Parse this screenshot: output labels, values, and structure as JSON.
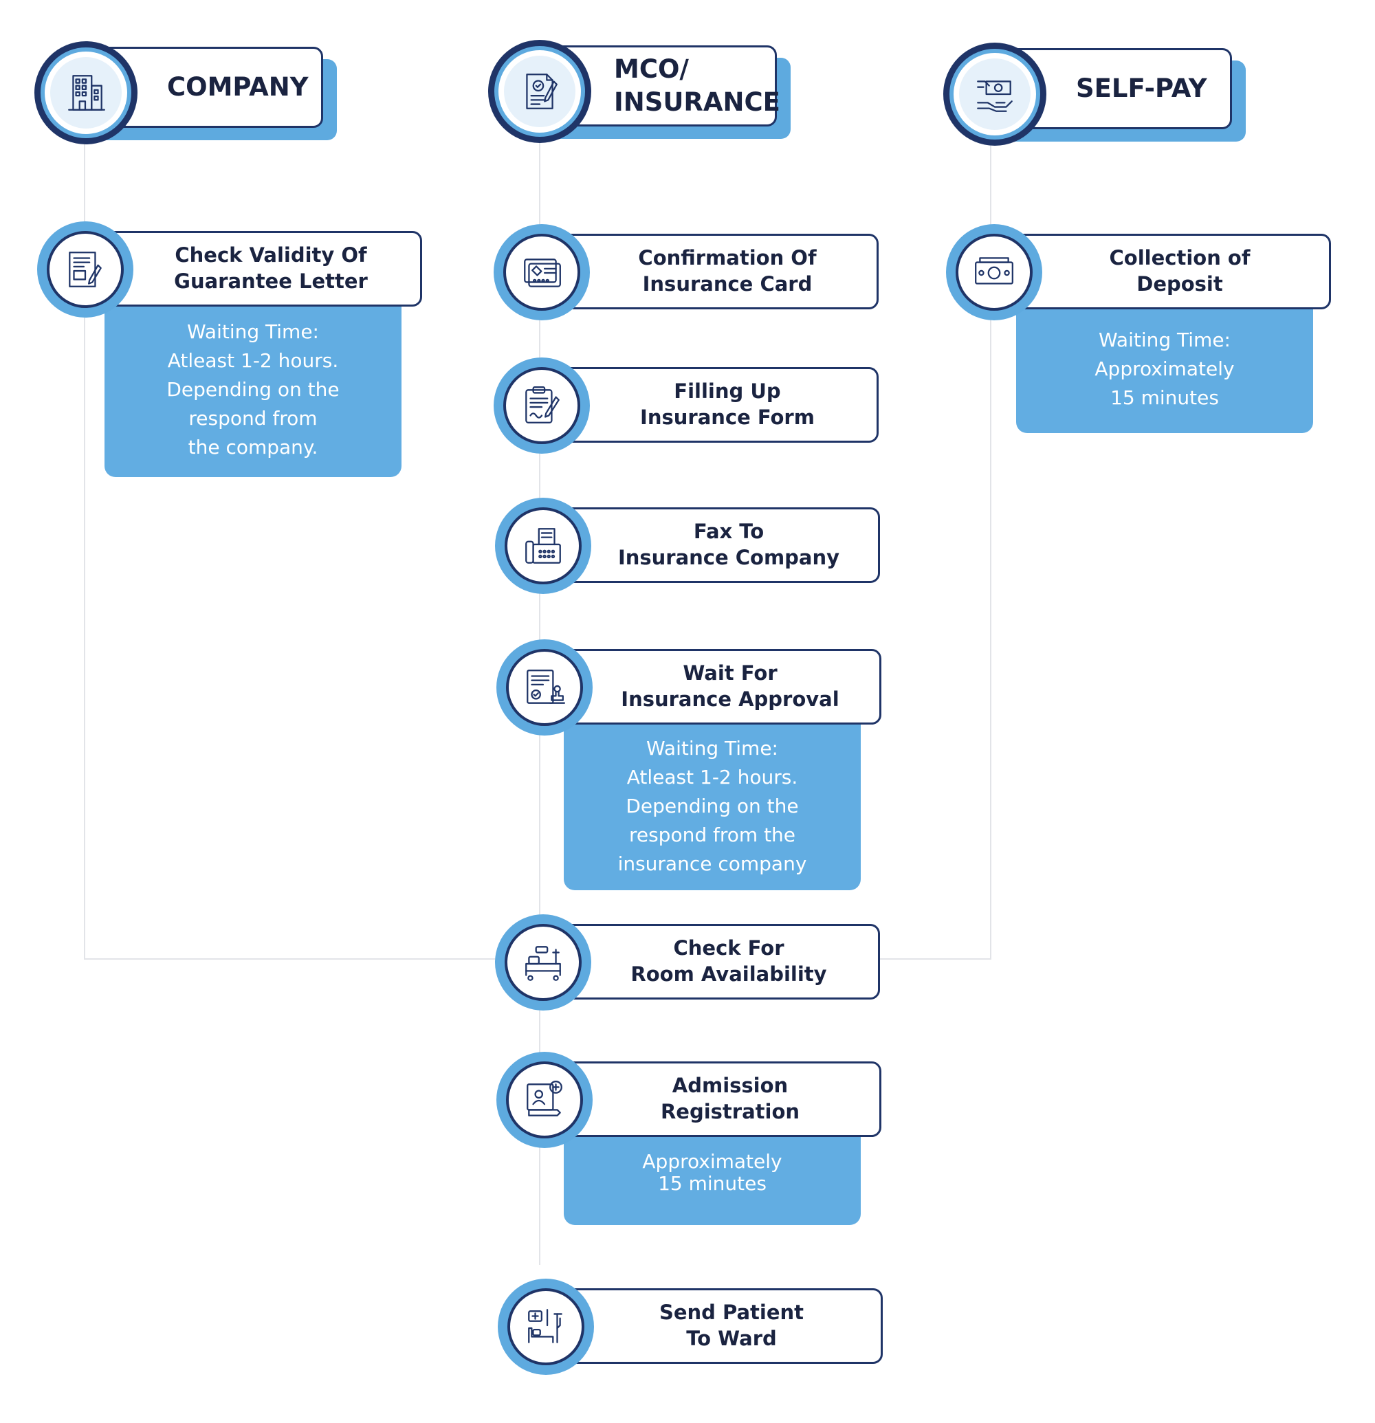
{
  "columns": {
    "company": {
      "title": "COMPANY",
      "icon": "office-building-icon",
      "steps": [
        {
          "label_lines": [
            "Check Validity Of",
            "Guarantee Letter"
          ],
          "icon": "document-pen-icon"
        }
      ],
      "note_lines": [
        "Waiting Time:",
        "Atleast 1-2 hours.",
        "Depending on the",
        "respond from",
        "the company."
      ]
    },
    "insurance": {
      "title_lines": [
        "MCO/",
        "INSURANCE"
      ],
      "icon": "insurance-document-icon",
      "steps": [
        {
          "label_lines": [
            "Confirmation Of",
            "Insurance Card"
          ],
          "icon": "id-card-icon"
        },
        {
          "label_lines": [
            "Filling Up",
            "Insurance Form"
          ],
          "icon": "clipboard-pen-icon"
        },
        {
          "label_lines": [
            "Fax To",
            "Insurance Company"
          ],
          "icon": "fax-machine-icon"
        },
        {
          "label_lines": [
            "Wait For",
            "Insurance Approval"
          ],
          "icon": "approval-stamp-icon"
        }
      ],
      "note_lines": [
        "Waiting Time:",
        "Atleast 1-2 hours.",
        "Depending on the",
        "respond from the",
        "insurance company"
      ]
    },
    "selfpay": {
      "title": "SELF-PAY",
      "icon": "cash-hand-icon",
      "steps": [
        {
          "label_lines": [
            "Collection of",
            "Deposit"
          ],
          "icon": "banknote-icon"
        }
      ],
      "note_lines": [
        "Waiting Time:",
        "Approximately",
        "15 minutes"
      ]
    }
  },
  "common_steps": [
    {
      "label_lines": [
        "Check For",
        "Room Availability"
      ],
      "icon": "hospital-bed-icon"
    },
    {
      "label_lines": [
        "Admission",
        "Registration"
      ],
      "icon": "patient-registration-icon",
      "note_lines": [
        "Approximately",
        "15 minutes"
      ]
    },
    {
      "label_lines": [
        "Send Patient",
        "To Ward"
      ],
      "icon": "hospital-ward-icon"
    }
  ],
  "colors": {
    "navy": "#1f3467",
    "accent_blue": "#5eaadf",
    "connector": "#e2e4e8"
  }
}
